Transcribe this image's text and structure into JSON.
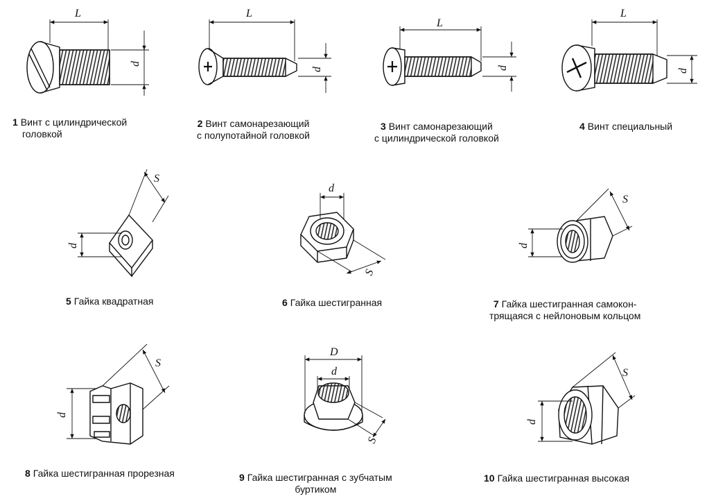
{
  "items": [
    {
      "num": "1",
      "line1": "Винт с цилиндрической",
      "line2": "головкой"
    },
    {
      "num": "2",
      "line1": "Винт самонарезающий",
      "line2": "с полупотайной головкой"
    },
    {
      "num": "3",
      "line1": "Винт самонарезающий",
      "line2": "с цилиндрической головкой"
    },
    {
      "num": "4",
      "line1": "Винт специальный",
      "line2": ""
    },
    {
      "num": "5",
      "line1": "Гайка квадратная",
      "line2": ""
    },
    {
      "num": "6",
      "line1": "Гайка шестигранная",
      "line2": ""
    },
    {
      "num": "7",
      "line1": "Гайка шестигранная самокон-",
      "line2": "трящаяся с нейлоновым кольцом"
    },
    {
      "num": "8",
      "line1": "Гайка шестигранная прорезная",
      "line2": ""
    },
    {
      "num": "9",
      "line1": "Гайка шестигранная с зубчатым",
      "line2": "буртиком"
    },
    {
      "num": "10",
      "line1": "Гайка шестигранная высокая",
      "line2": ""
    }
  ],
  "dimension_labels": {
    "length": "L",
    "diameter": "d",
    "outer_diameter": "D",
    "wrench_size": "S"
  }
}
